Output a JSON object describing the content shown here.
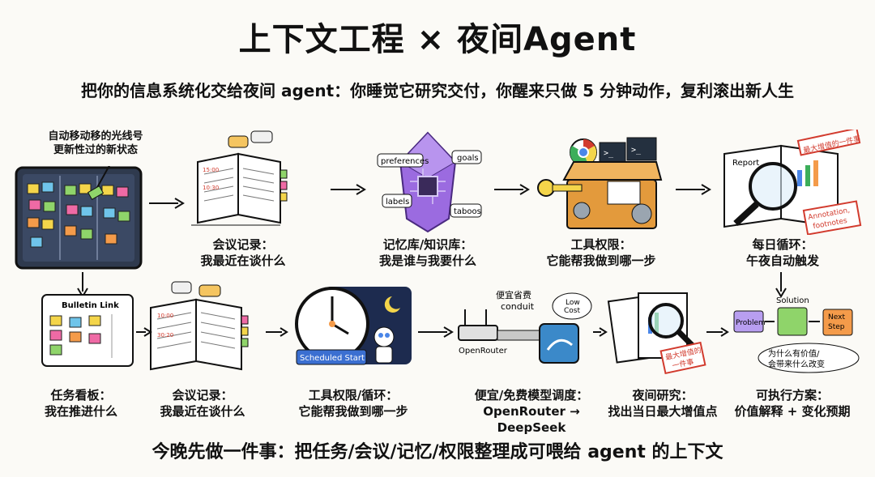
{
  "title": "上下文工程 × 夜间Agent",
  "subtitle": "把你的信息系统化交给夜间 agent：你睡觉它研究交付，你醒来只做 5 分钟动作，复利滚出新人生",
  "footer": "今晚先做一件事：把任务/会议/记忆/权限整理成可喂给 agent 的上下文",
  "top_note": {
    "line1": "自动移动移的光线号",
    "line2": "更新性过的新状态"
  },
  "row1": [
    {
      "title": "会议记录：",
      "desc": "我最近在谈什么"
    },
    {
      "title": "记忆库/知识库：",
      "desc": "我是谁与我要什么"
    },
    {
      "title": "工具权限：",
      "desc": "它能帮我做到哪一步"
    },
    {
      "title": "每日循环：",
      "desc": "午夜自动触发"
    }
  ],
  "row2": [
    {
      "title": "任务看板：",
      "desc": "我在推进什么"
    },
    {
      "title": "会议记录：",
      "desc": "我最近在谈什么"
    },
    {
      "title": "工具权限/循环：",
      "desc": "它能帮我做到哪一步"
    },
    {
      "title": "便宜/免费模型调度：",
      "desc": "OpenRouter → DeepSeek"
    },
    {
      "title": "夜间研究：",
      "desc": "找出当日最大增值点"
    },
    {
      "title": "可执行方案：",
      "desc": "价值解释 + 变化预期"
    }
  ],
  "labels": {
    "preferences": "preferences",
    "goals": "goals",
    "labels": "labels",
    "taboos": "taboos",
    "report": "Report",
    "max_value_tag": "最大增值的一件事",
    "annotation": "Annotation,",
    "footnotes": "footnotes",
    "bulletin": "Bulletin Link",
    "scheduled_start": "Scheduled Start",
    "cheap_conduit_1": "便宜省费",
    "cheap_conduit_2": "conduit",
    "low_cost_1": "Low",
    "low_cost_2": "Cost",
    "openrouter": "OpenRouter",
    "max_value_tag2_1": "最大增值的",
    "max_value_tag2_2": "一件事",
    "solution": "Solution",
    "problem": "Problem",
    "next_step_1": "Next",
    "next_step_2": "Step",
    "why_1": "为什么有价值/",
    "why_2": "会带来什么改变"
  },
  "colors": {
    "accent_red": "#d23b2e",
    "crystal": "#9b6be0",
    "chest": "#e39a3c",
    "dark": "#24303f"
  }
}
